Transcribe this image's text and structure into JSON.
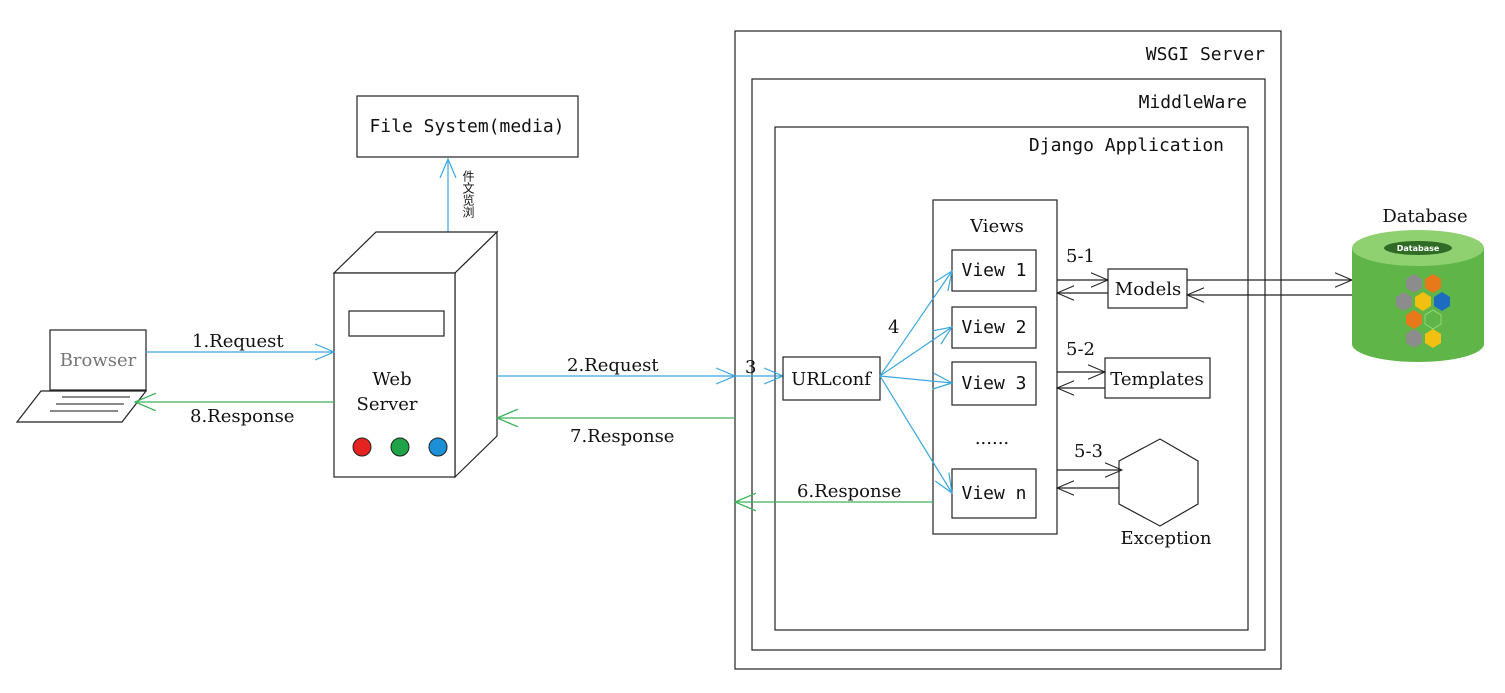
{
  "wsgi_server": "WSGI Server",
  "middleware": "MiddleWare",
  "django_app": "Django Application",
  "file_system": "File System(media)",
  "file_browse": "件文览浏",
  "browser": "Browser",
  "web_server": [
    "Web",
    "Server"
  ],
  "views_title": "Views",
  "views": [
    "View 1",
    "View 2",
    "View 3",
    "......",
    "View n"
  ],
  "urlconf": "URLconf",
  "models": "Models",
  "templates": "Templates",
  "exception": "Exception",
  "database": "Database",
  "database_badge": "Database",
  "steps": {
    "s1": "1.Request",
    "s2": "2.Request",
    "s3": "3",
    "s4": "4",
    "s5_1": "5-1",
    "s5_2": "5-2",
    "s5_3": "5-3",
    "s6": "6.Response",
    "s7": "7.Response",
    "s8": "8.Response"
  },
  "colors": {
    "request_arrow": "#3aa7df",
    "response_arrow": "#3bb35a",
    "database_green": "#5fb548",
    "led_red": "#e52421",
    "led_green": "#1fa347",
    "led_blue": "#1c8fd6"
  }
}
